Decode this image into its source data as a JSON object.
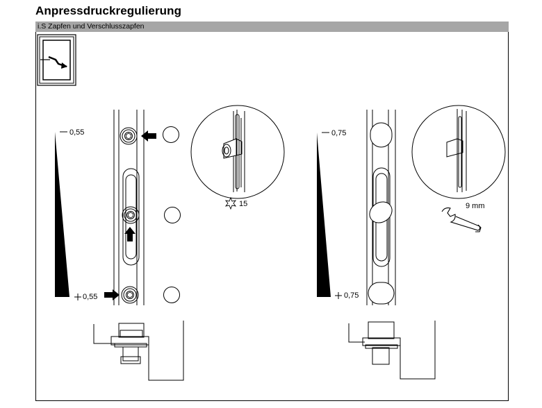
{
  "header": {
    "title": "Anpressdruckregulierung",
    "subtitle": "i.S Zapfen und Verschlusszapfen"
  },
  "left_figure": {
    "scale_top": "0,55",
    "scale_bottom": "0,55",
    "tool_label": "15",
    "tool_icon": "torx-icon"
  },
  "right_figure": {
    "scale_top": "0,75",
    "scale_bottom": "0,75",
    "tool_label": "9 mm",
    "tool_icon": "wrench-icon"
  }
}
